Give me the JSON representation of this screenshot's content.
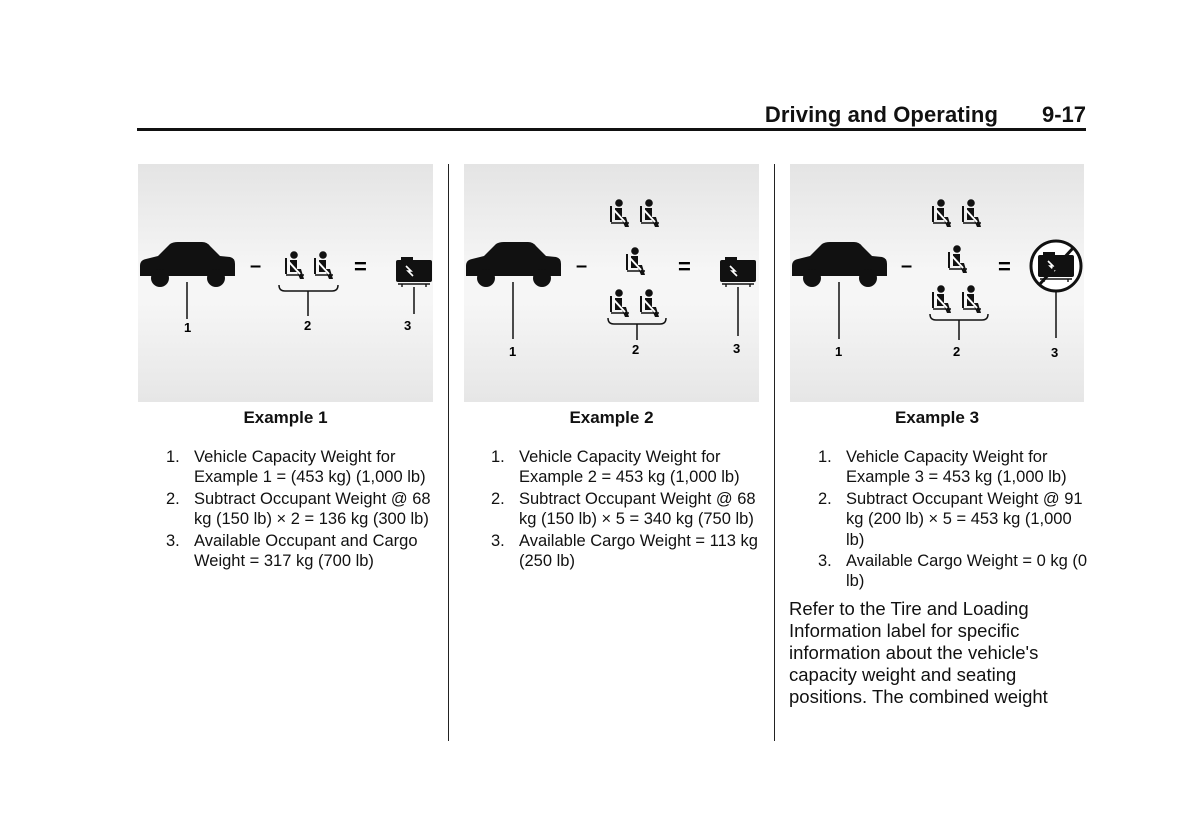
{
  "header": {
    "section_title": "Driving and Operating",
    "page_number": "9-17"
  },
  "examples": [
    {
      "caption": "Example 1",
      "callouts": [
        "1",
        "2",
        "3"
      ],
      "steps": [
        {
          "num": "1.",
          "text": "Vehicle Capacity Weight for Example 1 = (453 kg) (1,000 lb)"
        },
        {
          "num": "2.",
          "text": "Subtract Occupant Weight @ 68 kg (150 lb) × 2 = 136 kg (300 lb)"
        },
        {
          "num": "3.",
          "text": "Available Occupant and Cargo Weight = 317 kg (700 lb)"
        }
      ]
    },
    {
      "caption": "Example 2",
      "callouts": [
        "1",
        "2",
        "3"
      ],
      "steps": [
        {
          "num": "1.",
          "text": "Vehicle Capacity Weight for Example 2 = 453 kg (1,000 lb)"
        },
        {
          "num": "2.",
          "text": "Subtract Occupant Weight @ 68 kg (150 lb) × 5 = 340 kg (750 lb)"
        },
        {
          "num": "3.",
          "text": "Available Cargo Weight = 113 kg (250 lb)"
        }
      ]
    },
    {
      "caption": "Example 3",
      "callouts": [
        "1",
        "2",
        "3"
      ],
      "steps": [
        {
          "num": "1.",
          "text": "Vehicle Capacity Weight for Example 3 = 453 kg (1,000 lb)"
        },
        {
          "num": "2.",
          "text": "Subtract Occupant Weight @ 91 kg (200 lb) × 5 = 453 kg (1,000 lb)"
        },
        {
          "num": "3.",
          "text": "Available Cargo Weight = 0 kg (0 lb)"
        }
      ]
    }
  ],
  "note": "Refer to the Tire and Loading Information label for specific information about the vehicle's capacity weight and seating positions. The combined weight",
  "symbols": {
    "minus": "–",
    "equals": "="
  },
  "icons": [
    "car-icon",
    "seated-occupant-icon",
    "cargo-luggage-icon",
    "no-cargo-icon"
  ]
}
